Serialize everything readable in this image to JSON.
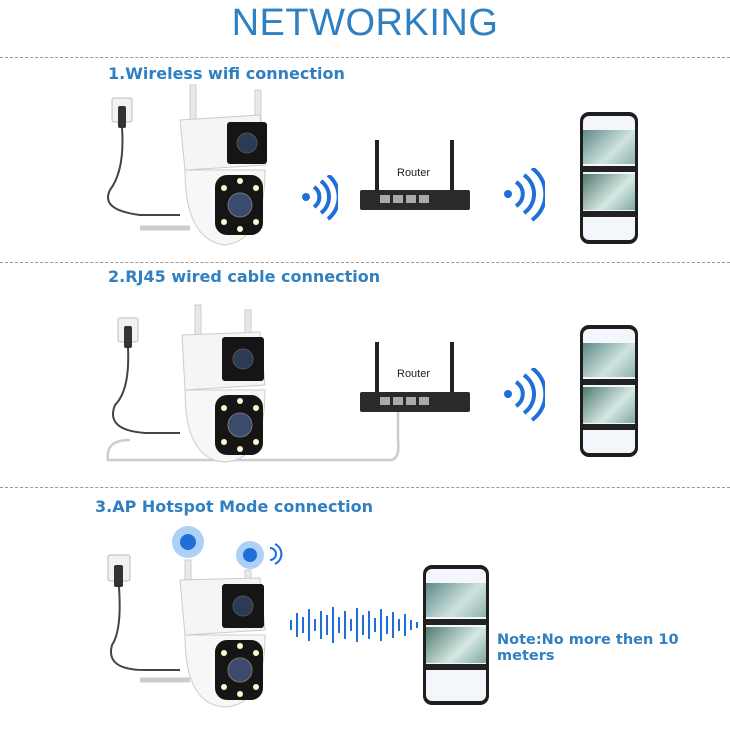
{
  "title": "NETWORKING",
  "sections": [
    {
      "heading": "1.Wireless wifi connection",
      "router_label": "Router"
    },
    {
      "heading": "2.RJ45 wired cable connection",
      "router_label": "Router"
    },
    {
      "heading": "3.AP Hotspot Mode connection",
      "note": "Note:No more then 10 meters"
    }
  ],
  "colors": {
    "accent": "#2f7fc1",
    "wifi": "#1f6fd6"
  }
}
